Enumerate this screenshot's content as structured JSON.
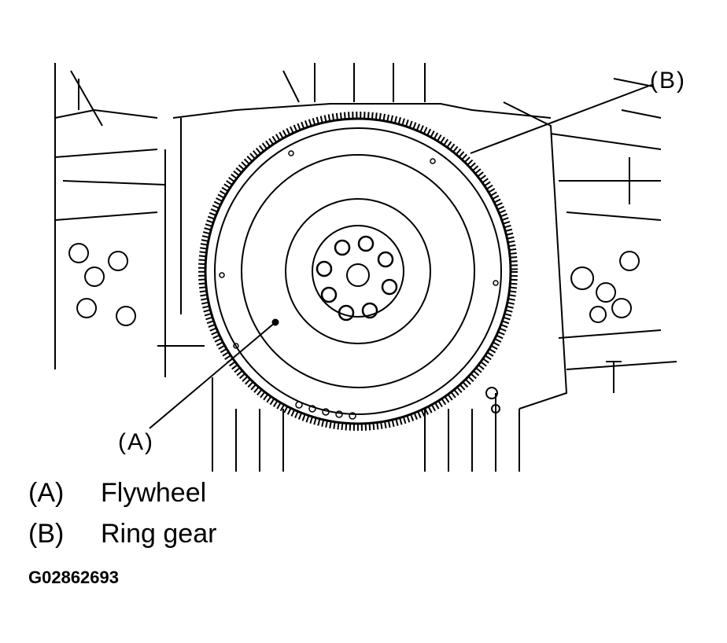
{
  "callouts": {
    "a": "(A)",
    "b": "(B)"
  },
  "legend": [
    {
      "key": "(A)",
      "label": "Flywheel"
    },
    {
      "key": "(B)",
      "label": "Ring gear"
    }
  ],
  "figure_id": "G02862693",
  "colors": {
    "ink": "#000000",
    "paper": "#ffffff"
  }
}
